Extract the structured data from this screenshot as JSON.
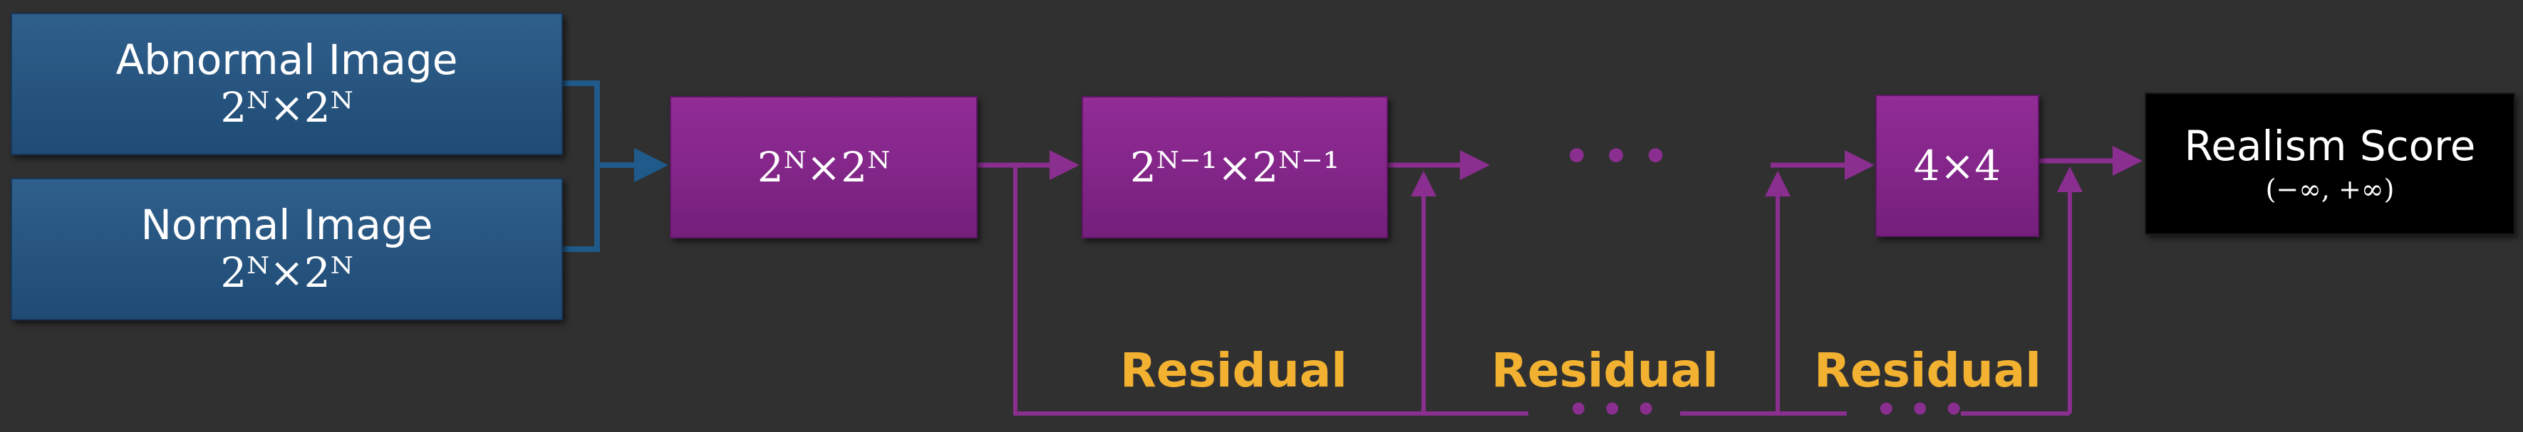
{
  "inputs": {
    "abnormal": {
      "title": "Abnormal Image",
      "size": "2ᴺ×2ᴺ"
    },
    "normal": {
      "title": "Normal Image",
      "size": "2ᴺ×2ᴺ"
    }
  },
  "blocks": {
    "block1": "2ᴺ×2ᴺ",
    "block2": "2ᴺ⁻¹×2ᴺ⁻¹",
    "block3": "4×4"
  },
  "ellipsis": "• • •",
  "output": {
    "title": "Realism Score",
    "range": "(−∞, +∞)"
  },
  "residual_labels": [
    "Residual",
    "Residual",
    "Residual"
  ],
  "colors": {
    "background": "#303030",
    "input_blue": "#1f4b74",
    "block_purple": "#7f2386",
    "connector_blue": "#1f5a8a",
    "connector_purple": "#8a2e90",
    "residual_label": "#f2b130",
    "output_black": "#000000"
  }
}
